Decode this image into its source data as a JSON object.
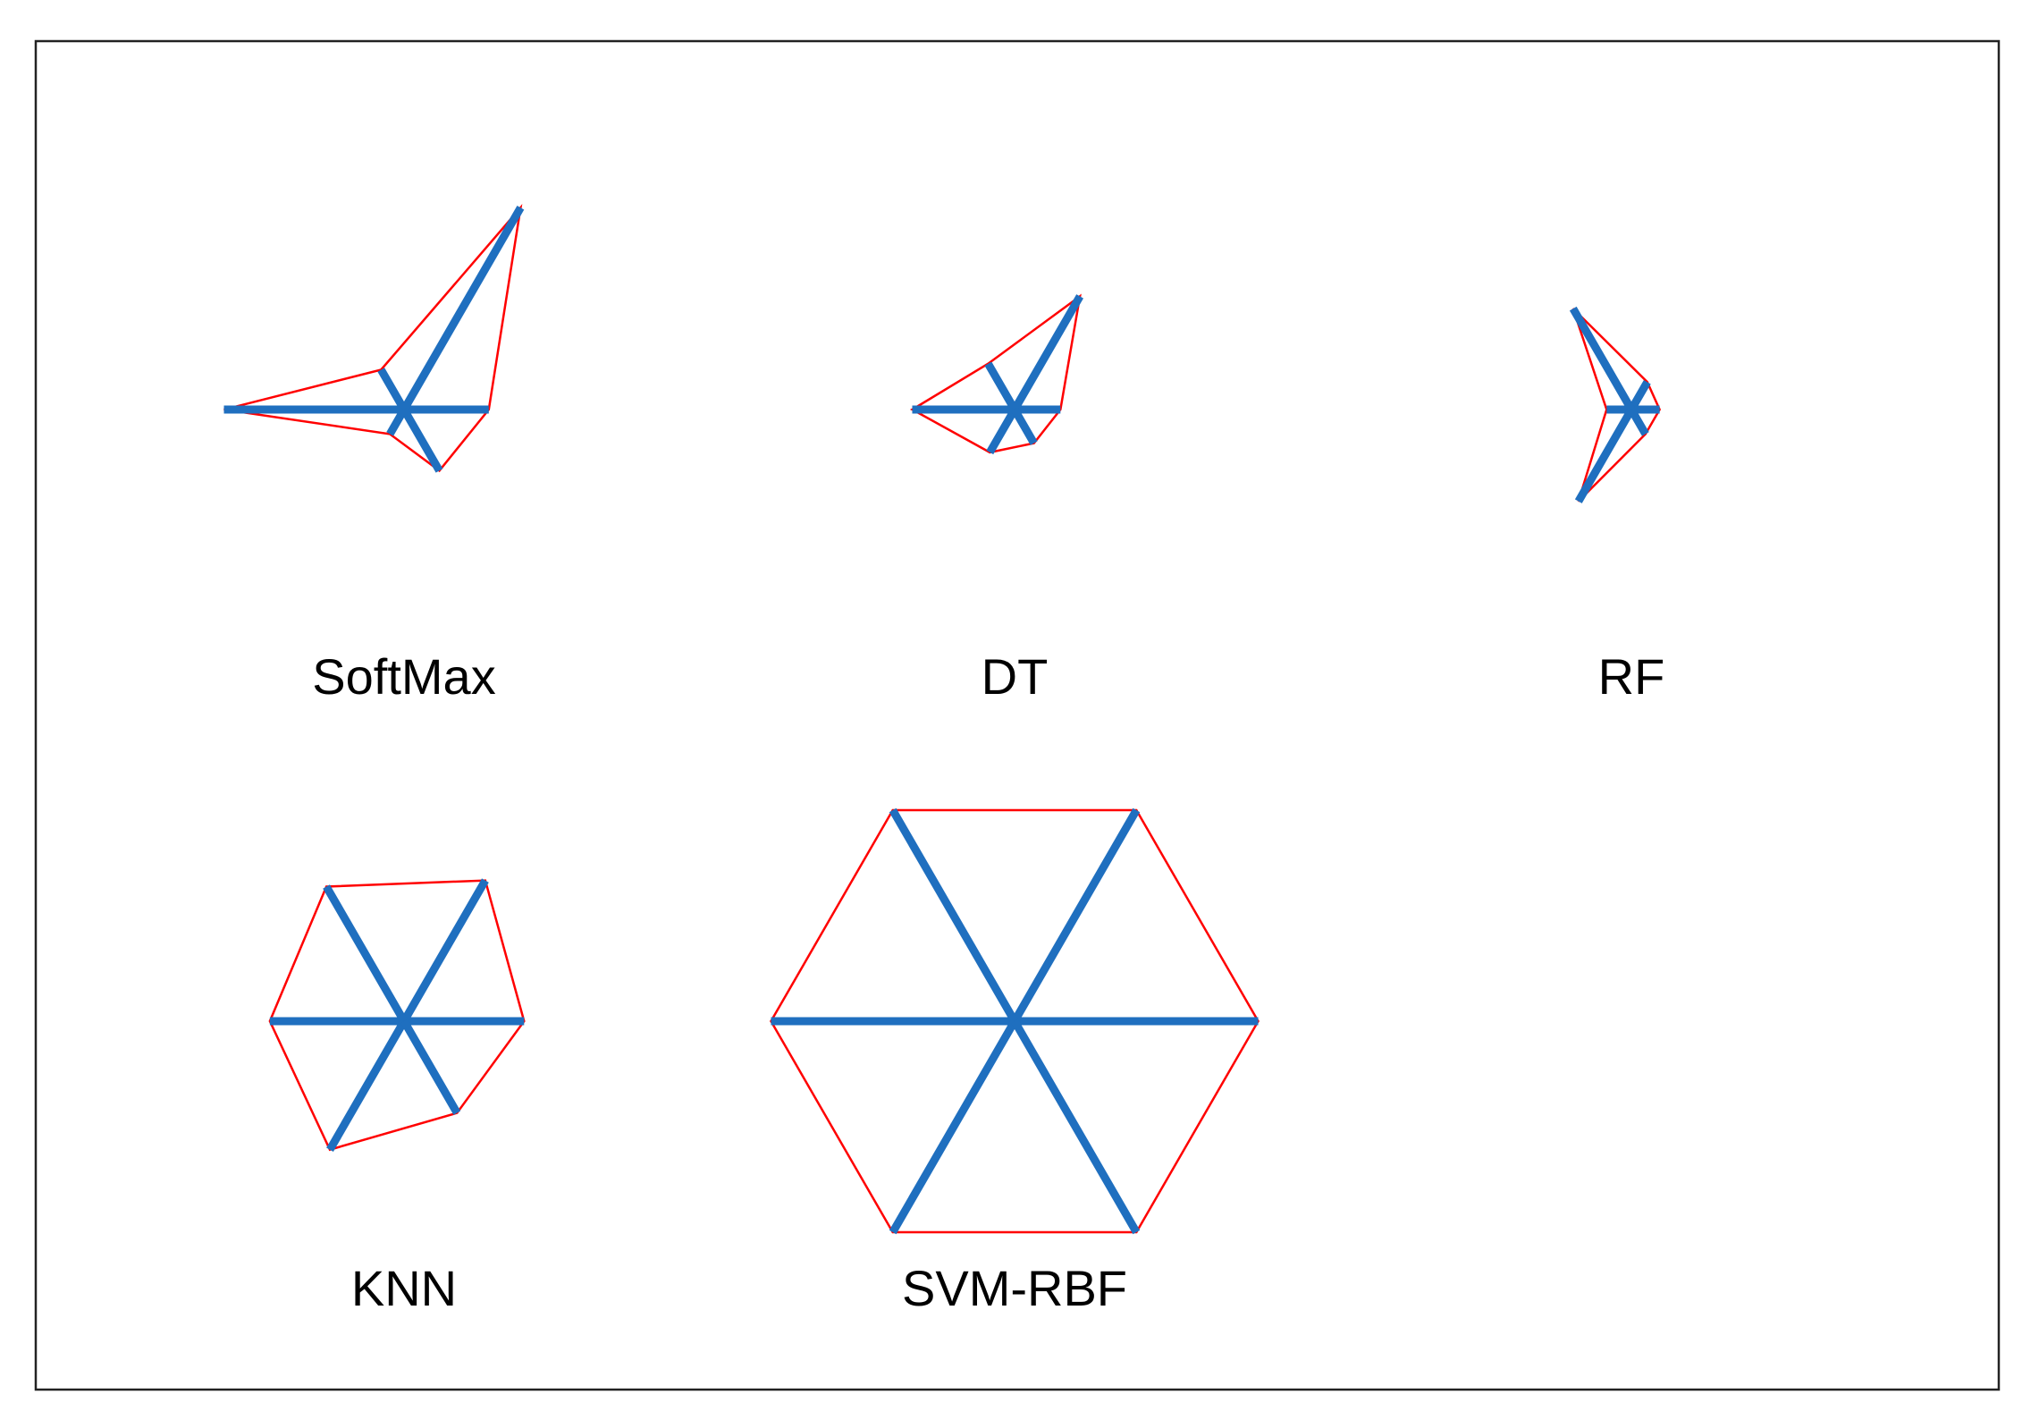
{
  "chart_data": {
    "type": "star_glyphs",
    "axes_count": 6,
    "axis_angles_deg": [
      0,
      60,
      120,
      180,
      240,
      300
    ],
    "scale_max": 1.0,
    "colors": {
      "spokes": "#1f6fbf",
      "outline": "#ff0000",
      "frame": "#222222"
    },
    "glyphs": [
      {
        "name": "SoftMax",
        "values": [
          0.24,
          0.66,
          0.13,
          0.51,
          0.08,
          0.2
        ]
      },
      {
        "name": "DT",
        "values": [
          0.13,
          0.37,
          0.15,
          0.29,
          0.14,
          0.11
        ]
      },
      {
        "name": "RF",
        "values": [
          0.08,
          0.09,
          0.33,
          0.07,
          0.3,
          0.08
        ]
      },
      {
        "name": "KNN",
        "values": [
          0.34,
          0.46,
          0.44,
          0.38,
          0.42,
          0.3
        ]
      },
      {
        "name": "SVM-RBF",
        "values": [
          0.69,
          0.69,
          0.69,
          0.69,
          0.69,
          0.69
        ]
      }
    ]
  }
}
